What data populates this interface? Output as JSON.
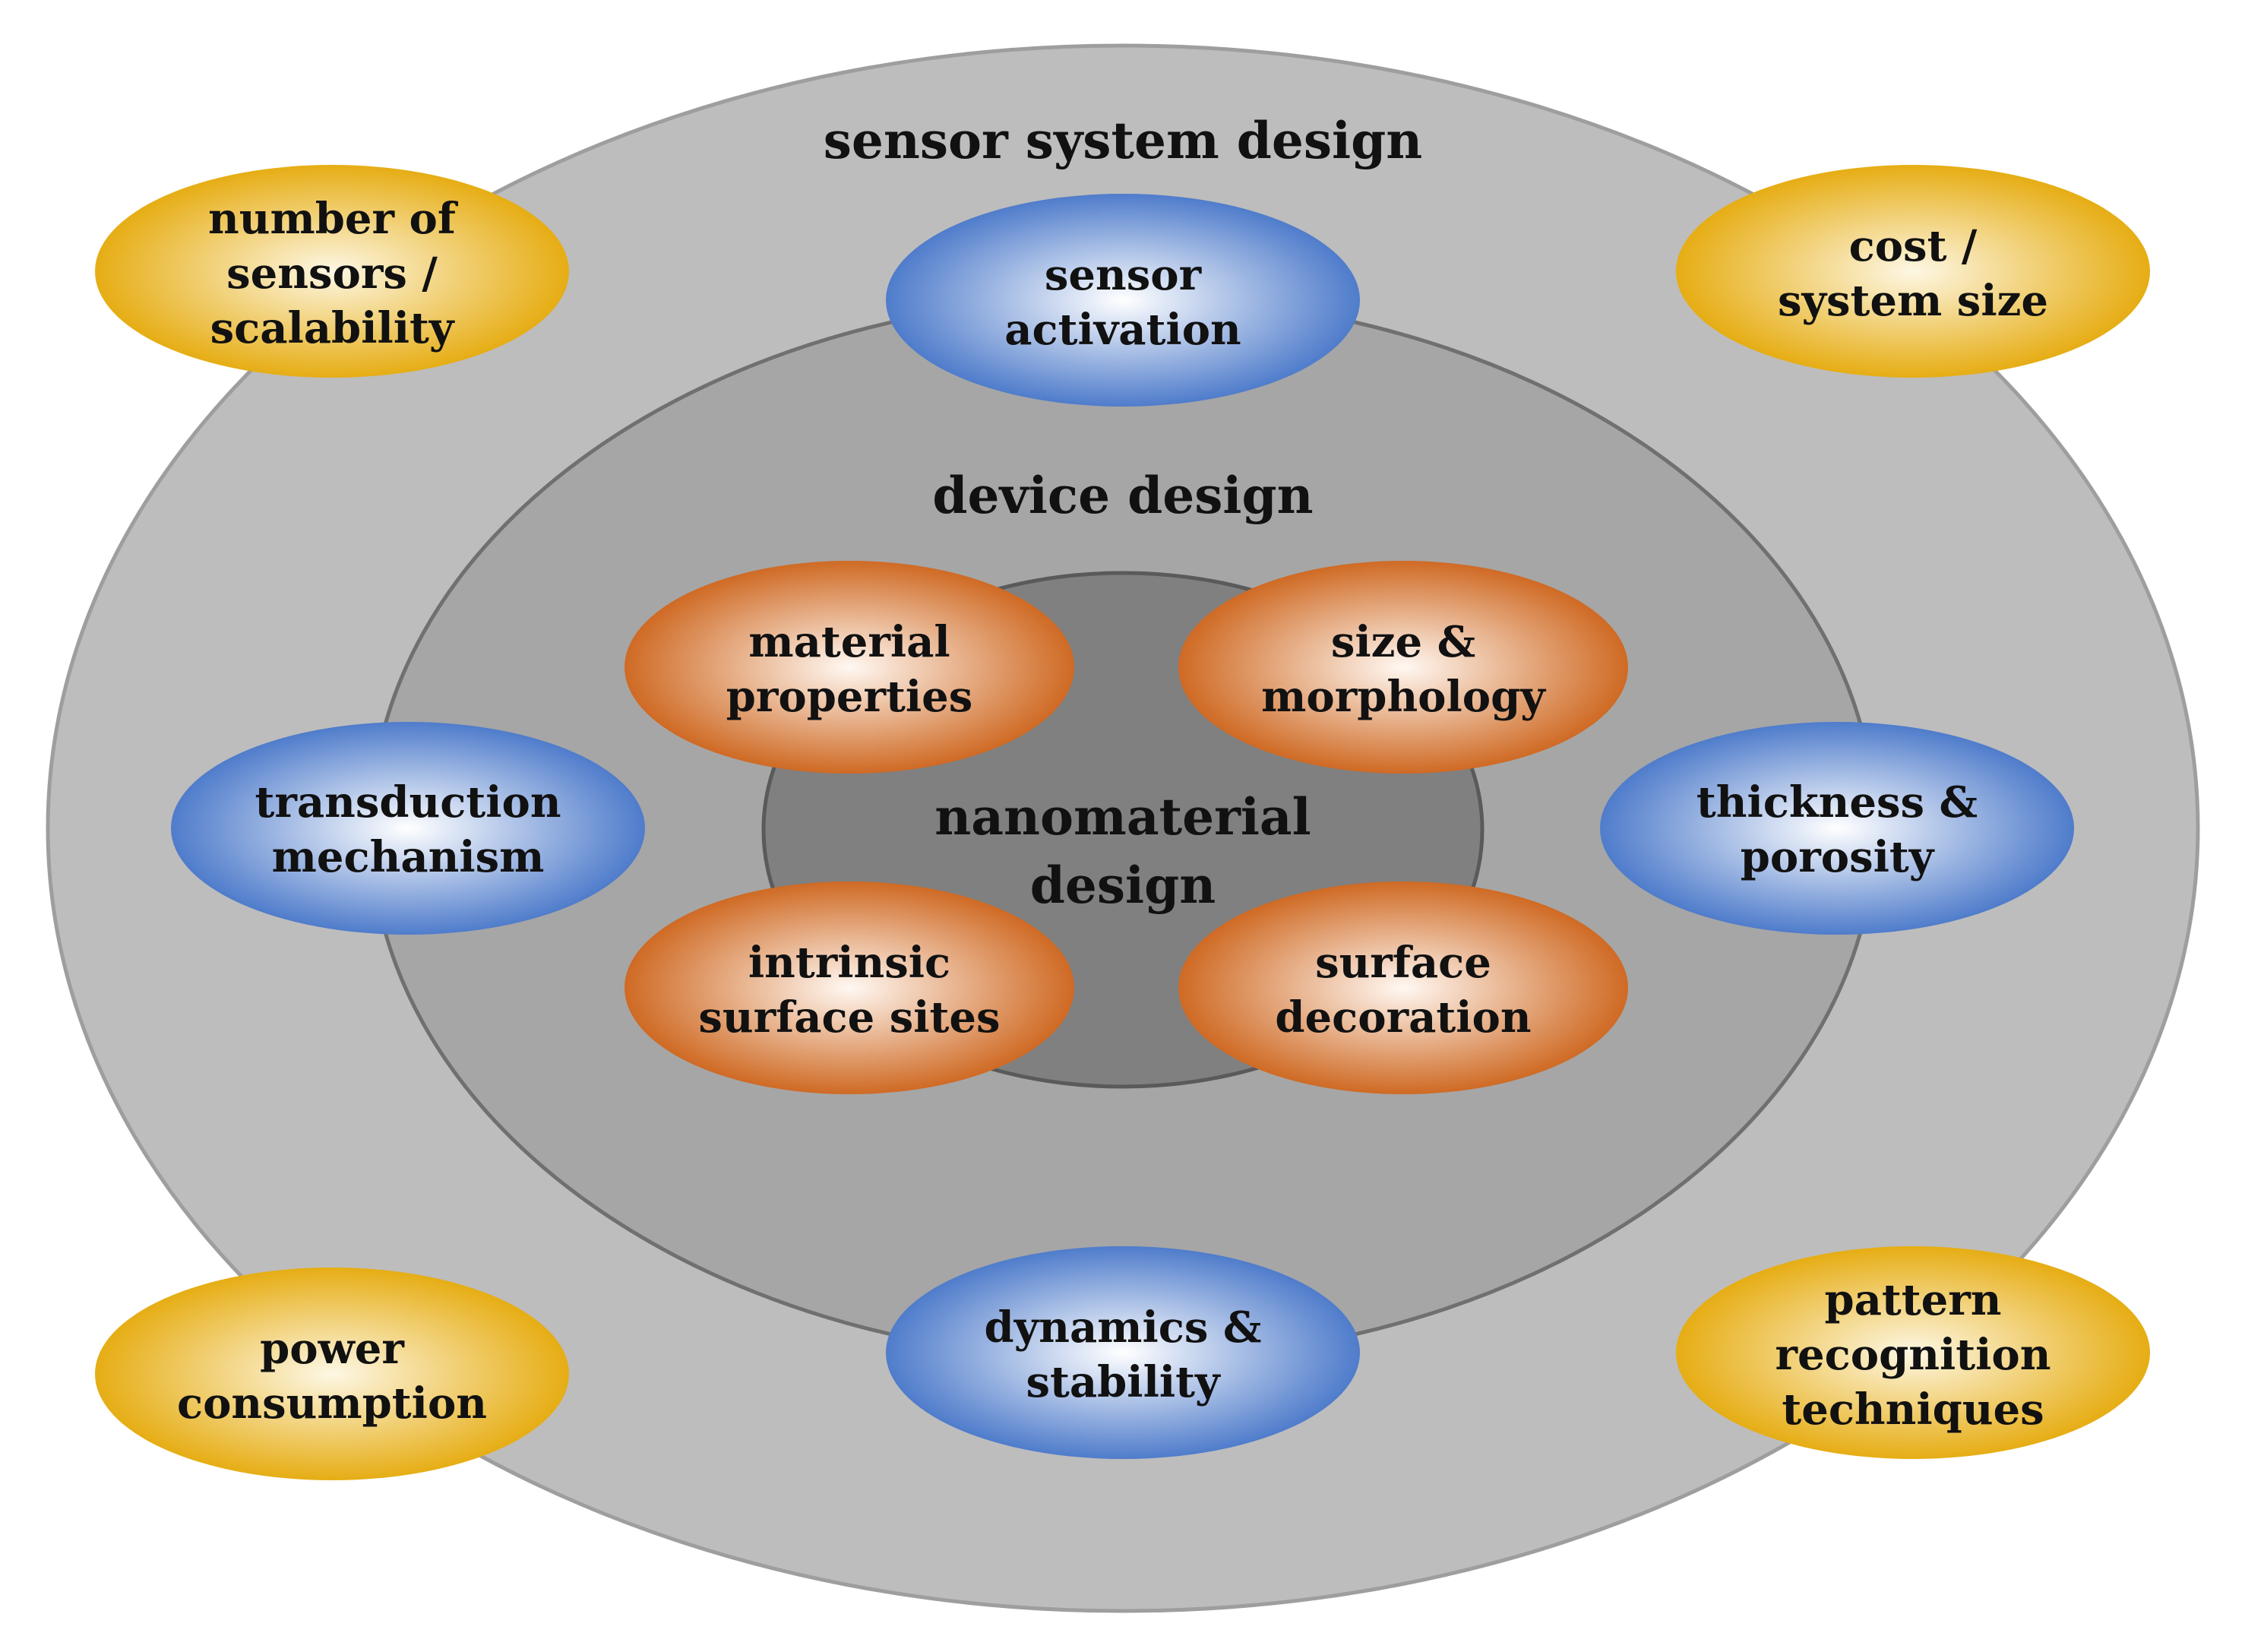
{
  "rings": {
    "outer": {
      "title": "sensor system design",
      "fill": "#bdbdbd",
      "stroke": "#9e9e9e"
    },
    "middle": {
      "title": "device design",
      "fill": "#a6a6a6",
      "stroke": "#707070"
    },
    "inner": {
      "title_lines": [
        "nanomaterial",
        "design"
      ],
      "fill": "#808080",
      "stroke": "#5a5a5a"
    }
  },
  "palettes": {
    "gold": {
      "center": "#fdf7e4",
      "edge": "#e6ad14"
    },
    "blue": {
      "center": "#ffffff",
      "edge": "#4f7ccb"
    },
    "orange": {
      "center": "#fff8f2",
      "edge": "#cf6a24"
    }
  },
  "bubbles": {
    "number_of_sensors": {
      "lines": [
        "number of",
        "sensors /",
        "scalability"
      ],
      "palette": "gold"
    },
    "cost_system_size": {
      "lines": [
        "cost /",
        "system size"
      ],
      "palette": "gold"
    },
    "power_consumption": {
      "lines": [
        "power",
        "consumption"
      ],
      "palette": "gold"
    },
    "pattern_recognition": {
      "lines": [
        "pattern",
        "recognition",
        "techniques"
      ],
      "palette": "gold"
    },
    "sensor_activation": {
      "lines": [
        "sensor",
        "activation"
      ],
      "palette": "blue"
    },
    "transduction_mechanism": {
      "lines": [
        "transduction",
        "mechanism"
      ],
      "palette": "blue"
    },
    "thickness_porosity": {
      "lines": [
        "thickness &",
        "porosity"
      ],
      "palette": "blue"
    },
    "dynamics_stability": {
      "lines": [
        "dynamics &",
        "stability"
      ],
      "palette": "blue"
    },
    "material_properties": {
      "lines": [
        "material",
        "properties"
      ],
      "palette": "orange"
    },
    "size_morphology": {
      "lines": [
        "size &",
        "morphology"
      ],
      "palette": "orange"
    },
    "intrinsic_surface_sites": {
      "lines": [
        "intrinsic",
        "surface sites"
      ],
      "palette": "orange"
    },
    "surface_decoration": {
      "lines": [
        "surface",
        "decoration"
      ],
      "palette": "orange"
    }
  }
}
